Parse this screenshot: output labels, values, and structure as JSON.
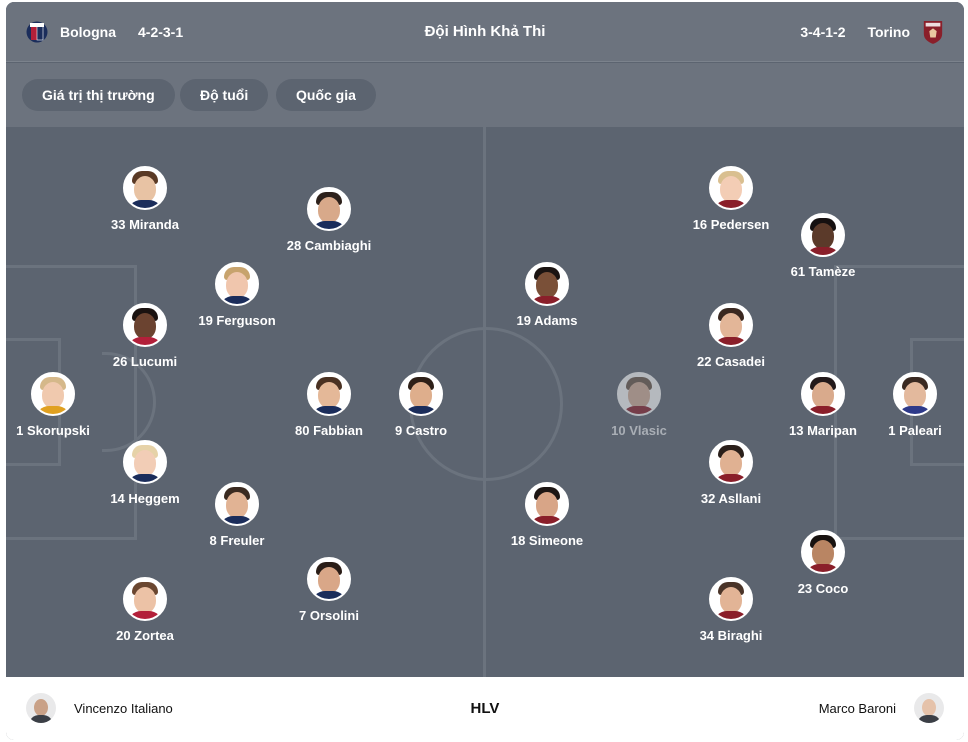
{
  "header": {
    "home_team": "Bologna",
    "home_formation": "4-2-3-1",
    "title": "Đội Hình Khả Thi",
    "away_formation": "3-4-1-2",
    "away_team": "Torino"
  },
  "filters": [
    "Giá trị thị trường",
    "Độ tuổi",
    "Quốc gia"
  ],
  "home_players": [
    {
      "label": "33 Miranda"
    },
    {
      "label": "28 Cambiaghi"
    },
    {
      "label": "19 Ferguson"
    },
    {
      "label": "26 Lucumi"
    },
    {
      "label": "1 Skorupski"
    },
    {
      "label": "80 Fabbian"
    },
    {
      "label": "9 Castro"
    },
    {
      "label": "14 Heggem"
    },
    {
      "label": "8 Freuler"
    },
    {
      "label": "7 Orsolini"
    },
    {
      "label": "20 Zortea"
    }
  ],
  "away_players": [
    {
      "label": "16 Pedersen"
    },
    {
      "label": "61 Tamèze"
    },
    {
      "label": "19 Adams"
    },
    {
      "label": "22 Casadei"
    },
    {
      "label": "10 Vlasic",
      "dimmed": true
    },
    {
      "label": "13 Maripan"
    },
    {
      "label": "1 Paleari"
    },
    {
      "label": "32 Asllani"
    },
    {
      "label": "18 Simeone"
    },
    {
      "label": "23 Coco"
    },
    {
      "label": "34 Biraghi"
    }
  ],
  "footer": {
    "home_coach": "Vincenzo Italiano",
    "label": "HLV",
    "away_coach": "Marco Baroni"
  },
  "colors": {
    "pitch": "#5c6470",
    "header": "#6c737e",
    "lines": "#6b737e",
    "bologna_red": "#b3203a",
    "bologna_blue": "#1b2d5b",
    "torino_maroon": "#8a1f2a"
  }
}
